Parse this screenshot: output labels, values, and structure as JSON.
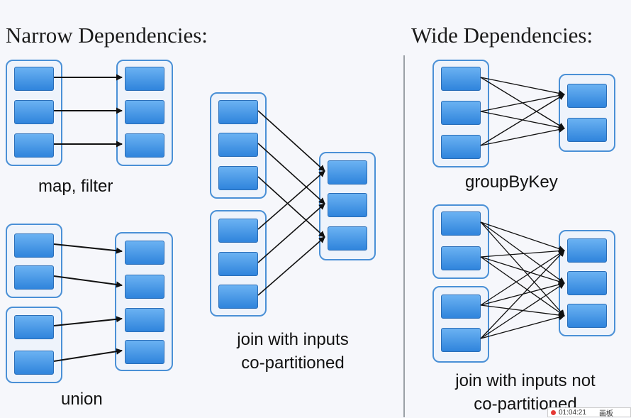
{
  "titles": {
    "narrow": "Narrow Dependencies:",
    "wide": "Wide Dependencies:"
  },
  "captions": {
    "map_filter": "map, filter",
    "union": "union",
    "join_copart_line1": "join with inputs",
    "join_copart_line2": "co-partitioned",
    "group_by_key": "groupByKey",
    "join_not_copart_line1": "join with inputs not",
    "join_not_copart_line2": "co-partitioned"
  },
  "colors": {
    "partition": "#3b8fe0",
    "group_border": "#4a90d6",
    "arrow": "#111111"
  },
  "recording_bar": {
    "time": "01:04:21",
    "label": "画板"
  }
}
